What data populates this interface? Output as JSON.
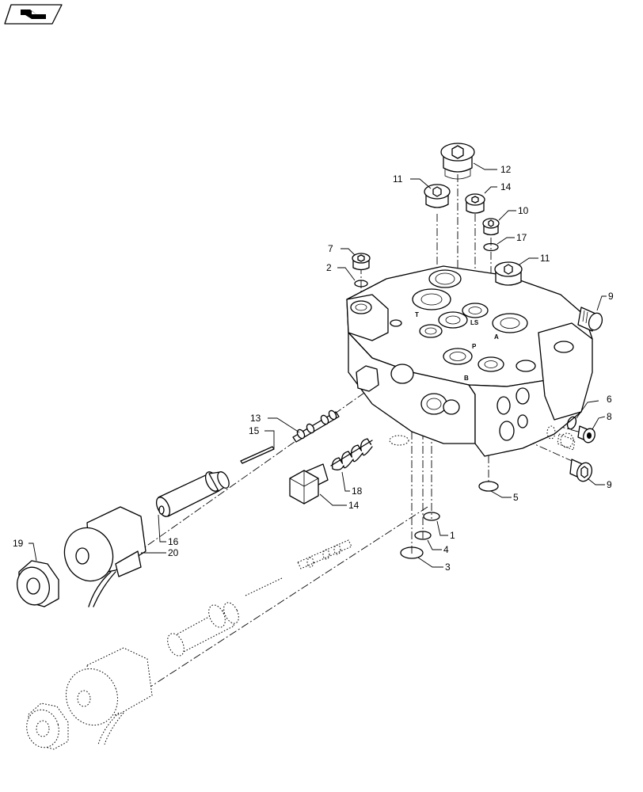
{
  "figure": {
    "kind": "exploded parts diagram",
    "subject": "hydraulic control valve section with solenoid cartridge"
  },
  "nav_icon": {
    "name": "page-tab-icon"
  },
  "callouts": {
    "c1": "1",
    "c2": "2",
    "c3": "3",
    "c4": "4",
    "c5": "5",
    "c6": "6",
    "c7": "7",
    "c8": "8",
    "c9a": "9",
    "c9b": "9",
    "c10": "10",
    "c11a": "11",
    "c11b": "11",
    "c12": "12",
    "c13": "13",
    "c14a": "14",
    "c14b": "14",
    "c15": "15",
    "c16": "16",
    "c17": "17",
    "c18": "18",
    "c19": "19",
    "c20": "20"
  },
  "port_marks": {
    "p1": "T",
    "p2": "P",
    "p3": "LS",
    "p4": "A",
    "p5": "B"
  }
}
